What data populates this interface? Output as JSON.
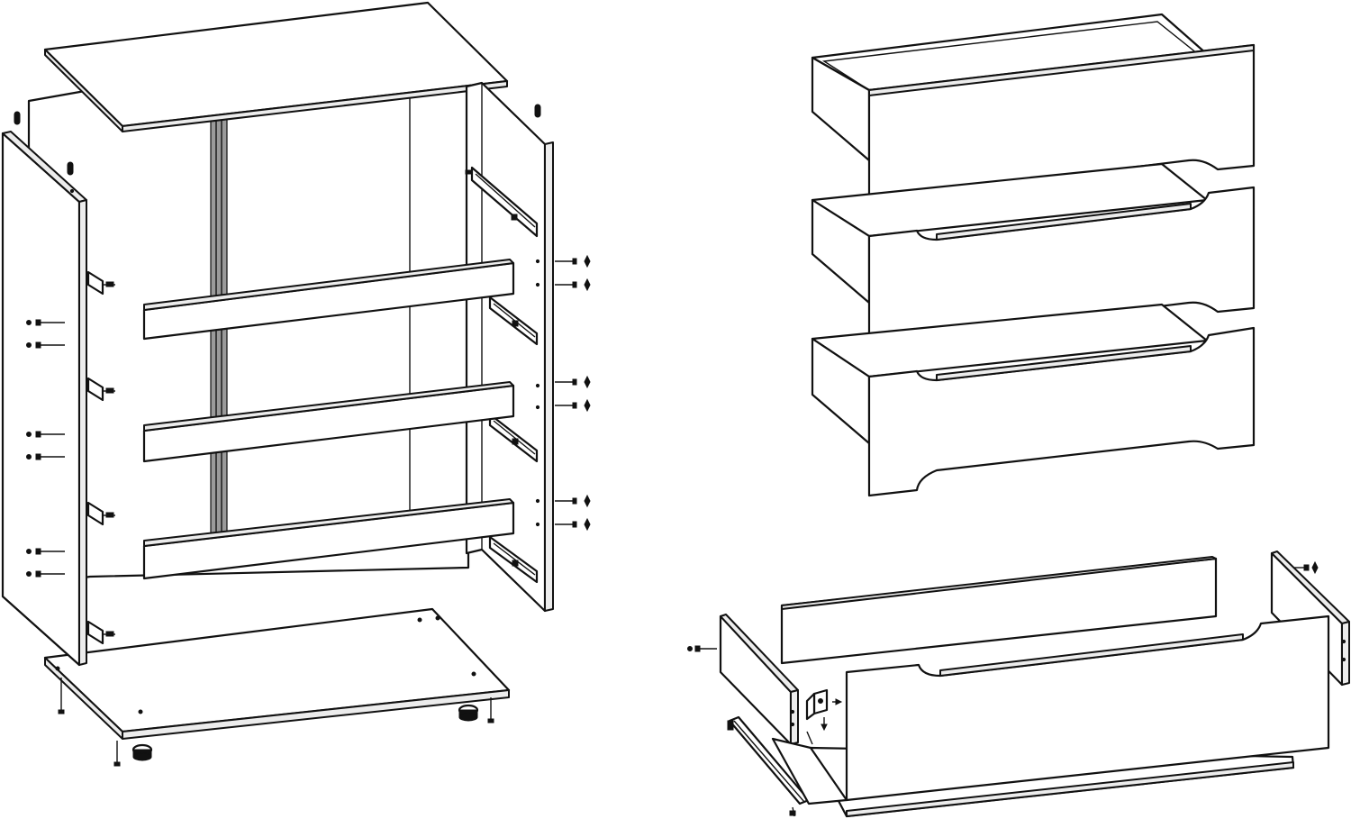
{
  "diagram": {
    "colors": {
      "line": "#111111",
      "panel": "#ffffff",
      "edge": "#ececec",
      "groove": "#9a9a9a"
    },
    "parts": {
      "cabinet": [
        "top-panel",
        "back-panel",
        "left-side-panel",
        "right-side-panel",
        "cross-rail",
        "cross-rail",
        "cross-rail",
        "bottom-panel",
        "leveling-foot",
        "leveling-foot"
      ],
      "drawer_stack": [
        "drawer-front",
        "drawer-front",
        "drawer-front"
      ],
      "drawer_exploded": [
        "drawer-back-panel",
        "drawer-left-side",
        "drawer-right-side",
        "drawer-front-panel",
        "drawer-bottom",
        "drawer-runner",
        "corner-bracket"
      ]
    },
    "icons": [
      "dowel-icon",
      "screw-icon",
      "cam-nut-icon",
      "drawer-runner-icon",
      "foot-icon",
      "bracket-icon"
    ]
  }
}
